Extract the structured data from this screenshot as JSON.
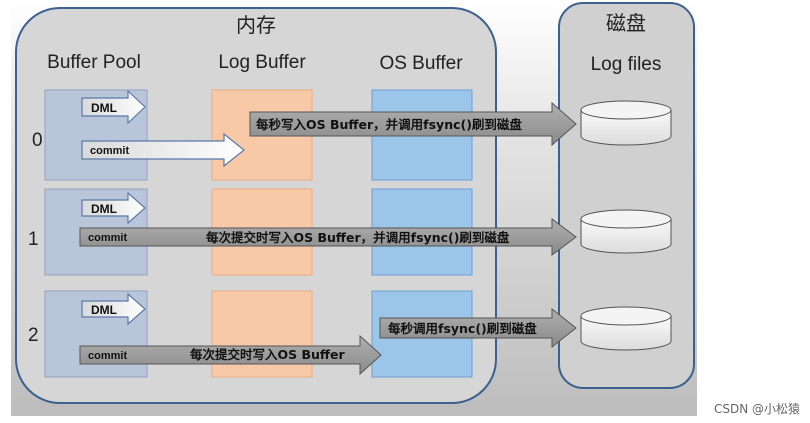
{
  "memory": {
    "title": "内存"
  },
  "disk": {
    "title": "磁盘",
    "label": "Log files"
  },
  "columns": {
    "buffer_pool": "Buffer Pool",
    "log_buffer": "Log Buffer",
    "os_buffer": "OS Buffer"
  },
  "rows": [
    {
      "id": "0",
      "dml": "DML",
      "commit": "commit",
      "flow": "每秒写入OS Buffer，并调用fsync()刷到磁盘"
    },
    {
      "id": "1",
      "dml": "DML",
      "commit": "commit",
      "flow": "每次提交时写入OS Buffer，并调用fsync()刷到磁盘"
    },
    {
      "id": "2",
      "dml": "DML",
      "commit": "commit",
      "flow_to_os": "每次提交时写入OS Buffer",
      "flow_to_disk": "每秒调用fsync()刷到磁盘"
    }
  ],
  "watermark": "CSDN @小松猿",
  "colors": {
    "log_buffer": "#f7c9a7",
    "os_buffer": "#9cc5ea",
    "buffer_pool": "#b9c6d9",
    "arrow_gray": "#8e8e8e"
  }
}
